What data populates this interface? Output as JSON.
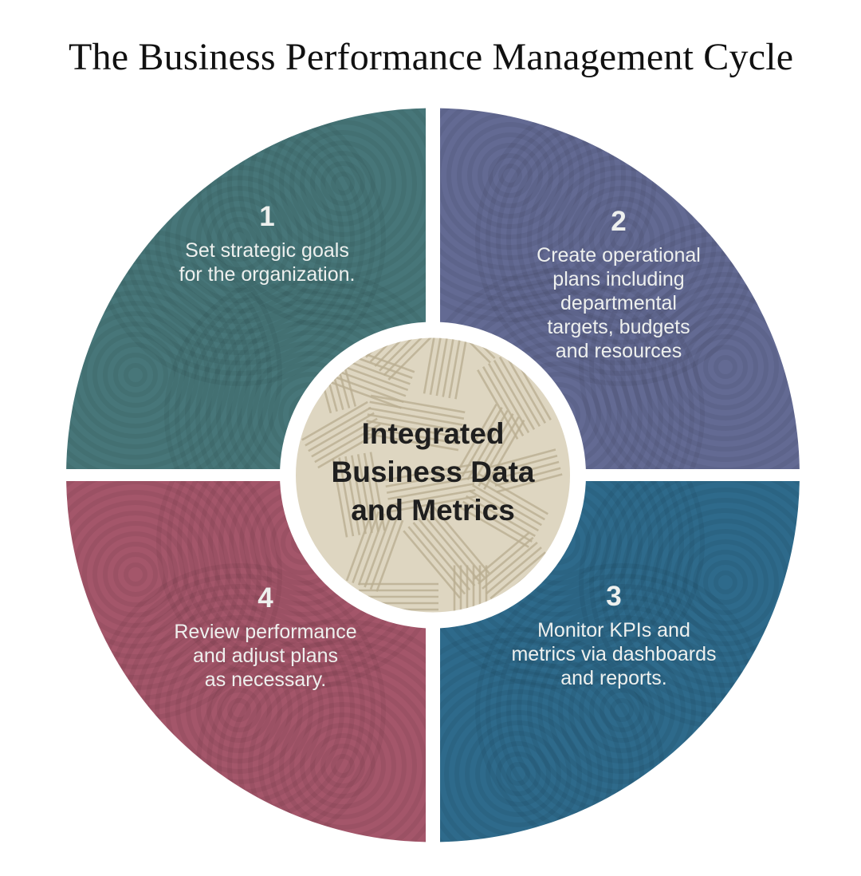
{
  "title": "The Business Performance Management Cycle",
  "center": {
    "label_lines": [
      "Integrated",
      "Business Data",
      "and Metrics"
    ]
  },
  "quadrants": [
    {
      "number": "1",
      "description_lines": [
        "Set strategic goals",
        "for the organization."
      ]
    },
    {
      "number": "2",
      "description_lines": [
        "Create operational",
        "plans including",
        "departmental",
        "targets, budgets",
        "and resources"
      ]
    },
    {
      "number": "3",
      "description_lines": [
        "Monitor KPIs and",
        "metrics via dashboards",
        "and reports."
      ]
    },
    {
      "number": "4",
      "description_lines": [
        "Review performance",
        "and adjust plans",
        "as necessary."
      ]
    }
  ],
  "colors": {
    "quadrant_1": "#477679",
    "quadrant_2": "#636a93",
    "quadrant_3": "#2e6a8b",
    "quadrant_4": "#a4566a",
    "center_ring": "#ffffff",
    "center_fill": "#ded6c1",
    "center_texture": "#b9ae91",
    "center_text": "#1f1f1f",
    "quadrant_text": "#eef0ee",
    "title_text": "#111111",
    "background": "#ffffff"
  }
}
